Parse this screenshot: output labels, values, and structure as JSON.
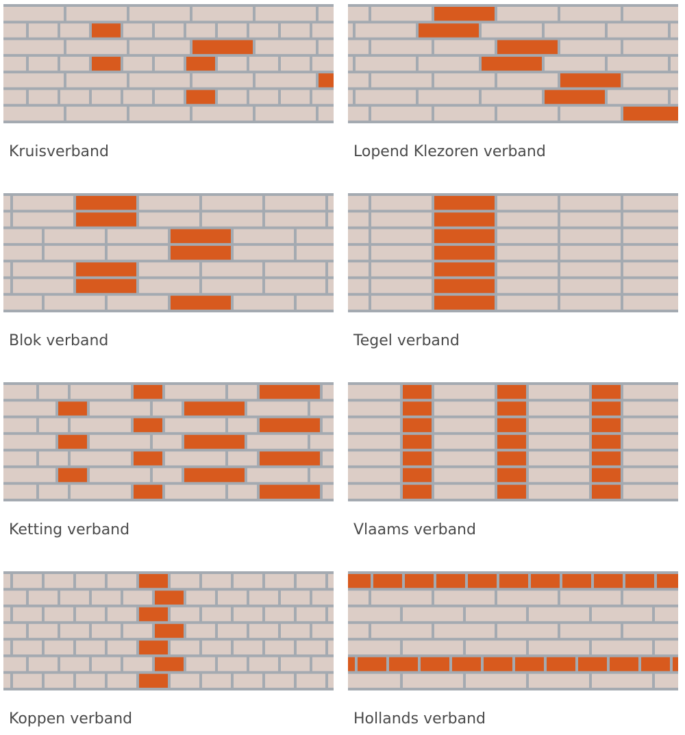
{
  "colors": {
    "mortar": "#a4aab1",
    "brick": "#dccdc6",
    "accent": "#d85a1e",
    "text": "#4a4a4a"
  },
  "patterns": [
    {
      "id": "kruisverband",
      "label": "Kruisverband"
    },
    {
      "id": "lopend-klezoren",
      "label": "Lopend Klezoren verband"
    },
    {
      "id": "blok",
      "label": "Blok verband"
    },
    {
      "id": "tegel",
      "label": "Tegel verband"
    },
    {
      "id": "ketting",
      "label": "Ketting verband"
    },
    {
      "id": "vlaams",
      "label": "Vlaams verband"
    },
    {
      "id": "koppen",
      "label": "Koppen verband"
    },
    {
      "id": "hollands",
      "label": "Hollands verband"
    }
  ]
}
